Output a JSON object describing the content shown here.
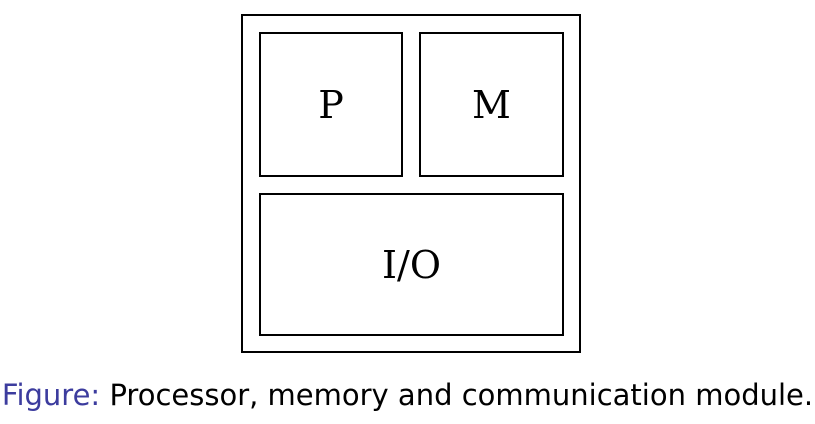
{
  "diagram": {
    "modules": {
      "processor": "P",
      "memory": "M",
      "io": "I/O"
    }
  },
  "caption": {
    "label": "Figure:",
    "text": "Processor, memory and communication module."
  },
  "colors": {
    "caption_label": "#3c3c9e",
    "lines": "#000000"
  }
}
